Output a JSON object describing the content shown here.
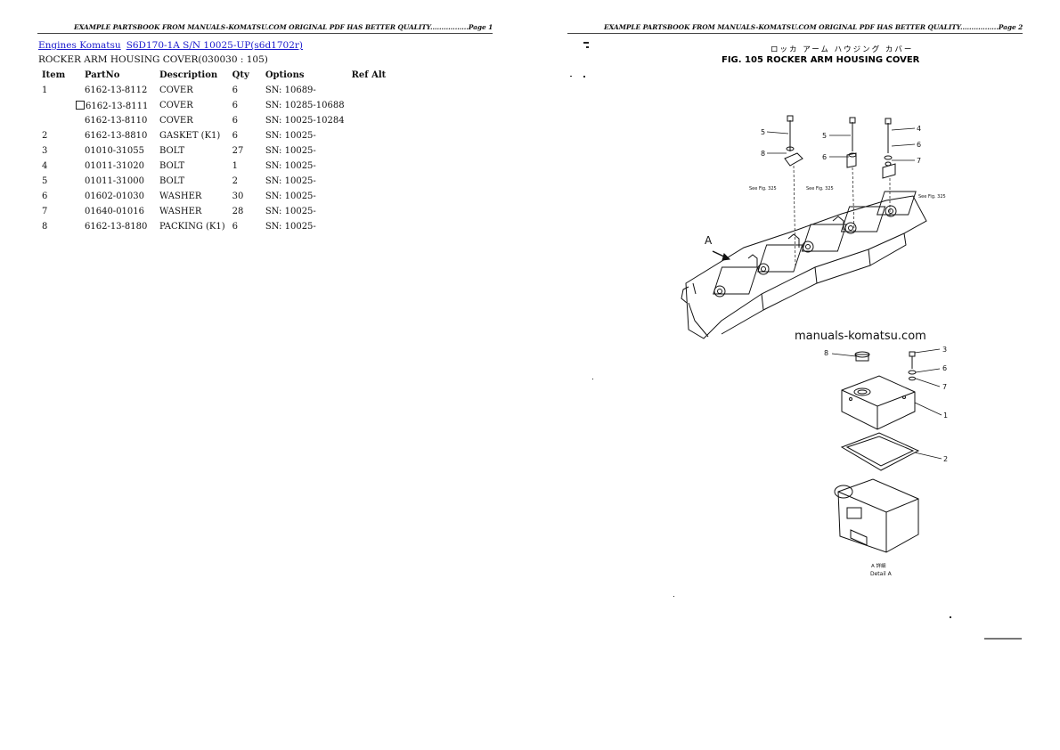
{
  "page1": {
    "header": "EXAMPLE PARTSBOOK FROM MANUALS-KOMATSU.COM ORIGINAL PDF HAS BETTER QUALITY.................Page 1",
    "breadcrumbs": [
      "Engines Komatsu",
      "S6D170-1A S/N 10025-UP(s6d1702r)"
    ],
    "subtitle": "ROCKER ARM HOUSING COVER(030030 : 105)",
    "columns": [
      "Item",
      "PartNo",
      "Description",
      "Qty",
      "Options",
      "Ref Alt"
    ],
    "rows": [
      {
        "item": "1",
        "partno": "6162-13-8112",
        "alt": false,
        "desc": "COVER",
        "qty": "6",
        "options": "SN: 10689-",
        "ref": ""
      },
      {
        "item": "",
        "partno": "6162-13-8111",
        "alt": true,
        "desc": "COVER",
        "qty": "6",
        "options": "SN: 10285-10688",
        "ref": ""
      },
      {
        "item": "",
        "partno": "6162-13-8110",
        "alt": false,
        "desc": "COVER",
        "qty": "6",
        "options": "SN: 10025-10284",
        "ref": ""
      },
      {
        "item": "2",
        "partno": "6162-13-8810",
        "alt": false,
        "desc": "GASKET (K1)",
        "qty": "6",
        "options": "SN: 10025-",
        "ref": ""
      },
      {
        "item": "3",
        "partno": "01010-31055",
        "alt": false,
        "desc": "BOLT",
        "qty": "27",
        "options": "SN: 10025-",
        "ref": ""
      },
      {
        "item": "4",
        "partno": "01011-31020",
        "alt": false,
        "desc": "BOLT",
        "qty": "1",
        "options": "SN: 10025-",
        "ref": ""
      },
      {
        "item": "5",
        "partno": "01011-31000",
        "alt": false,
        "desc": "BOLT",
        "qty": "2",
        "options": "SN: 10025-",
        "ref": ""
      },
      {
        "item": "6",
        "partno": "01602-01030",
        "alt": false,
        "desc": "WASHER",
        "qty": "30",
        "options": "SN: 10025-",
        "ref": ""
      },
      {
        "item": "7",
        "partno": "01640-01016",
        "alt": false,
        "desc": "WASHER",
        "qty": "28",
        "options": "SN: 10025-",
        "ref": ""
      },
      {
        "item": "8",
        "partno": "6162-13-8180",
        "alt": false,
        "desc": "PACKING (K1)",
        "qty": "6",
        "options": "SN: 10025-",
        "ref": ""
      }
    ]
  },
  "page2": {
    "header": "EXAMPLE PARTSBOOK FROM MANUALS-KOMATSU.COM ORIGINAL PDF HAS BETTER QUALITY.................Page 2",
    "figure": {
      "jp_title": "ロッカ アーム ハウジング カバー",
      "title": "FIG. 105 ROCKER ARM HOUSING COVER",
      "watermark": "manuals-komatsu.com",
      "view_label": "A",
      "ref_note": "See Fig. 325",
      "detail_jp": "A 詳細",
      "detail_label": "Detail A",
      "callouts_top": [
        "5",
        "8",
        "5",
        "6",
        "4",
        "6",
        "7"
      ],
      "callouts_detail": [
        "8",
        "3",
        "6",
        "7",
        "1",
        "2"
      ]
    }
  }
}
